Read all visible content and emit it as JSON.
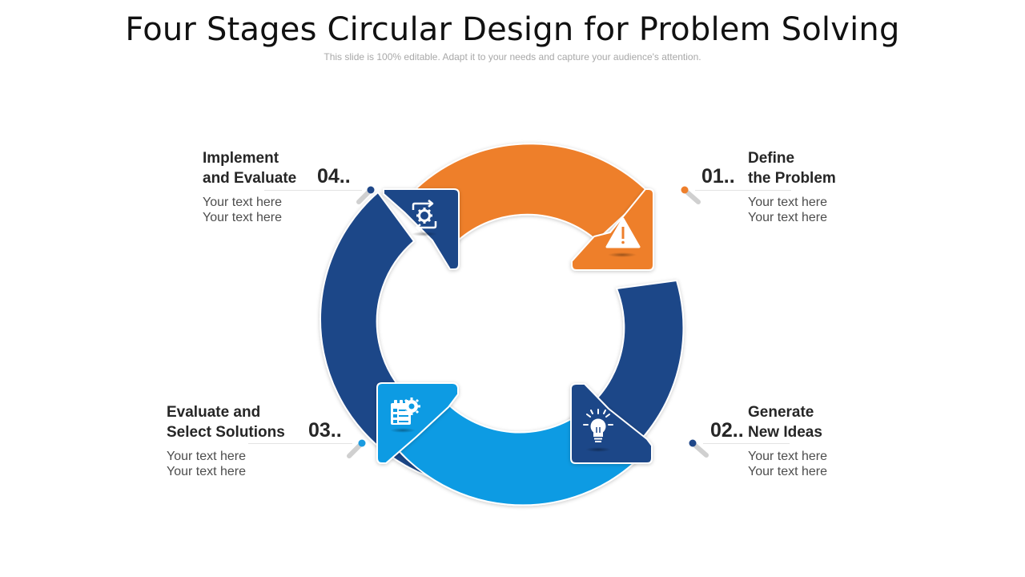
{
  "slide": {
    "title": "Four Stages Circular Design for Problem Solving",
    "subtitle": "This slide is 100% editable. Adapt it to your needs and capture your audience's attention."
  },
  "colors": {
    "orange": "#ee7f2b",
    "navy": "#1f4788",
    "light_blue": "#0b9be3",
    "dot_orange": "#ee7f2b",
    "dot_navy": "#1f4788",
    "dot_blue": "#1a9be0"
  },
  "stages": [
    {
      "number": "01..",
      "heading_line1": "Define",
      "heading_line2": "the Problem",
      "text_line1": "Your text here",
      "text_line2": "Your text here",
      "color": "orange",
      "icon": "warning-icon"
    },
    {
      "number": "02..",
      "heading_line1": "Generate",
      "heading_line2": "New Ideas",
      "text_line1": "Your text here",
      "text_line2": "Your text here",
      "color": "navy",
      "icon": "lightbulb-icon"
    },
    {
      "number": "03..",
      "heading_line1": "Evaluate and",
      "heading_line2": "Select Solutions",
      "text_line1": "Your text here",
      "text_line2": "Your text here",
      "color": "light_blue",
      "icon": "checklist-gear-icon"
    },
    {
      "number": "04..",
      "heading_line1": "Implement",
      "heading_line2": "and Evaluate",
      "text_line1": "Your text here",
      "text_line2": "Your text here",
      "color": "navy",
      "icon": "gear-cycle-icon"
    }
  ]
}
